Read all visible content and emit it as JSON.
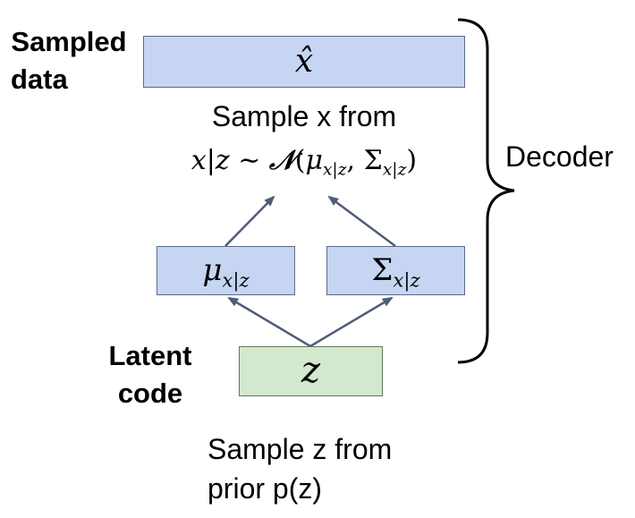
{
  "labels": {
    "sampled_data": [
      "Sampled",
      "data"
    ],
    "latent_code": [
      "Latent",
      "code"
    ],
    "sample_x_caption": "Sample x from",
    "sample_z_caption": [
      "Sample z from",
      "prior p(z)"
    ],
    "decoder": "Decoder"
  },
  "math": {
    "x_hat": "x̂",
    "x": "x",
    "z": "z",
    "mu": "μ",
    "sigma": "Σ",
    "subscript": "x|z",
    "formula": {
      "lhs": "x|z",
      "sim": "∼",
      "N": "𝒩",
      "open": "(",
      "comma": ",",
      "close": ")"
    }
  },
  "colors": {
    "decoder_box": "#c5d5f2",
    "latent_box": "#d3e8cd",
    "arrow": "#4f5d78"
  }
}
